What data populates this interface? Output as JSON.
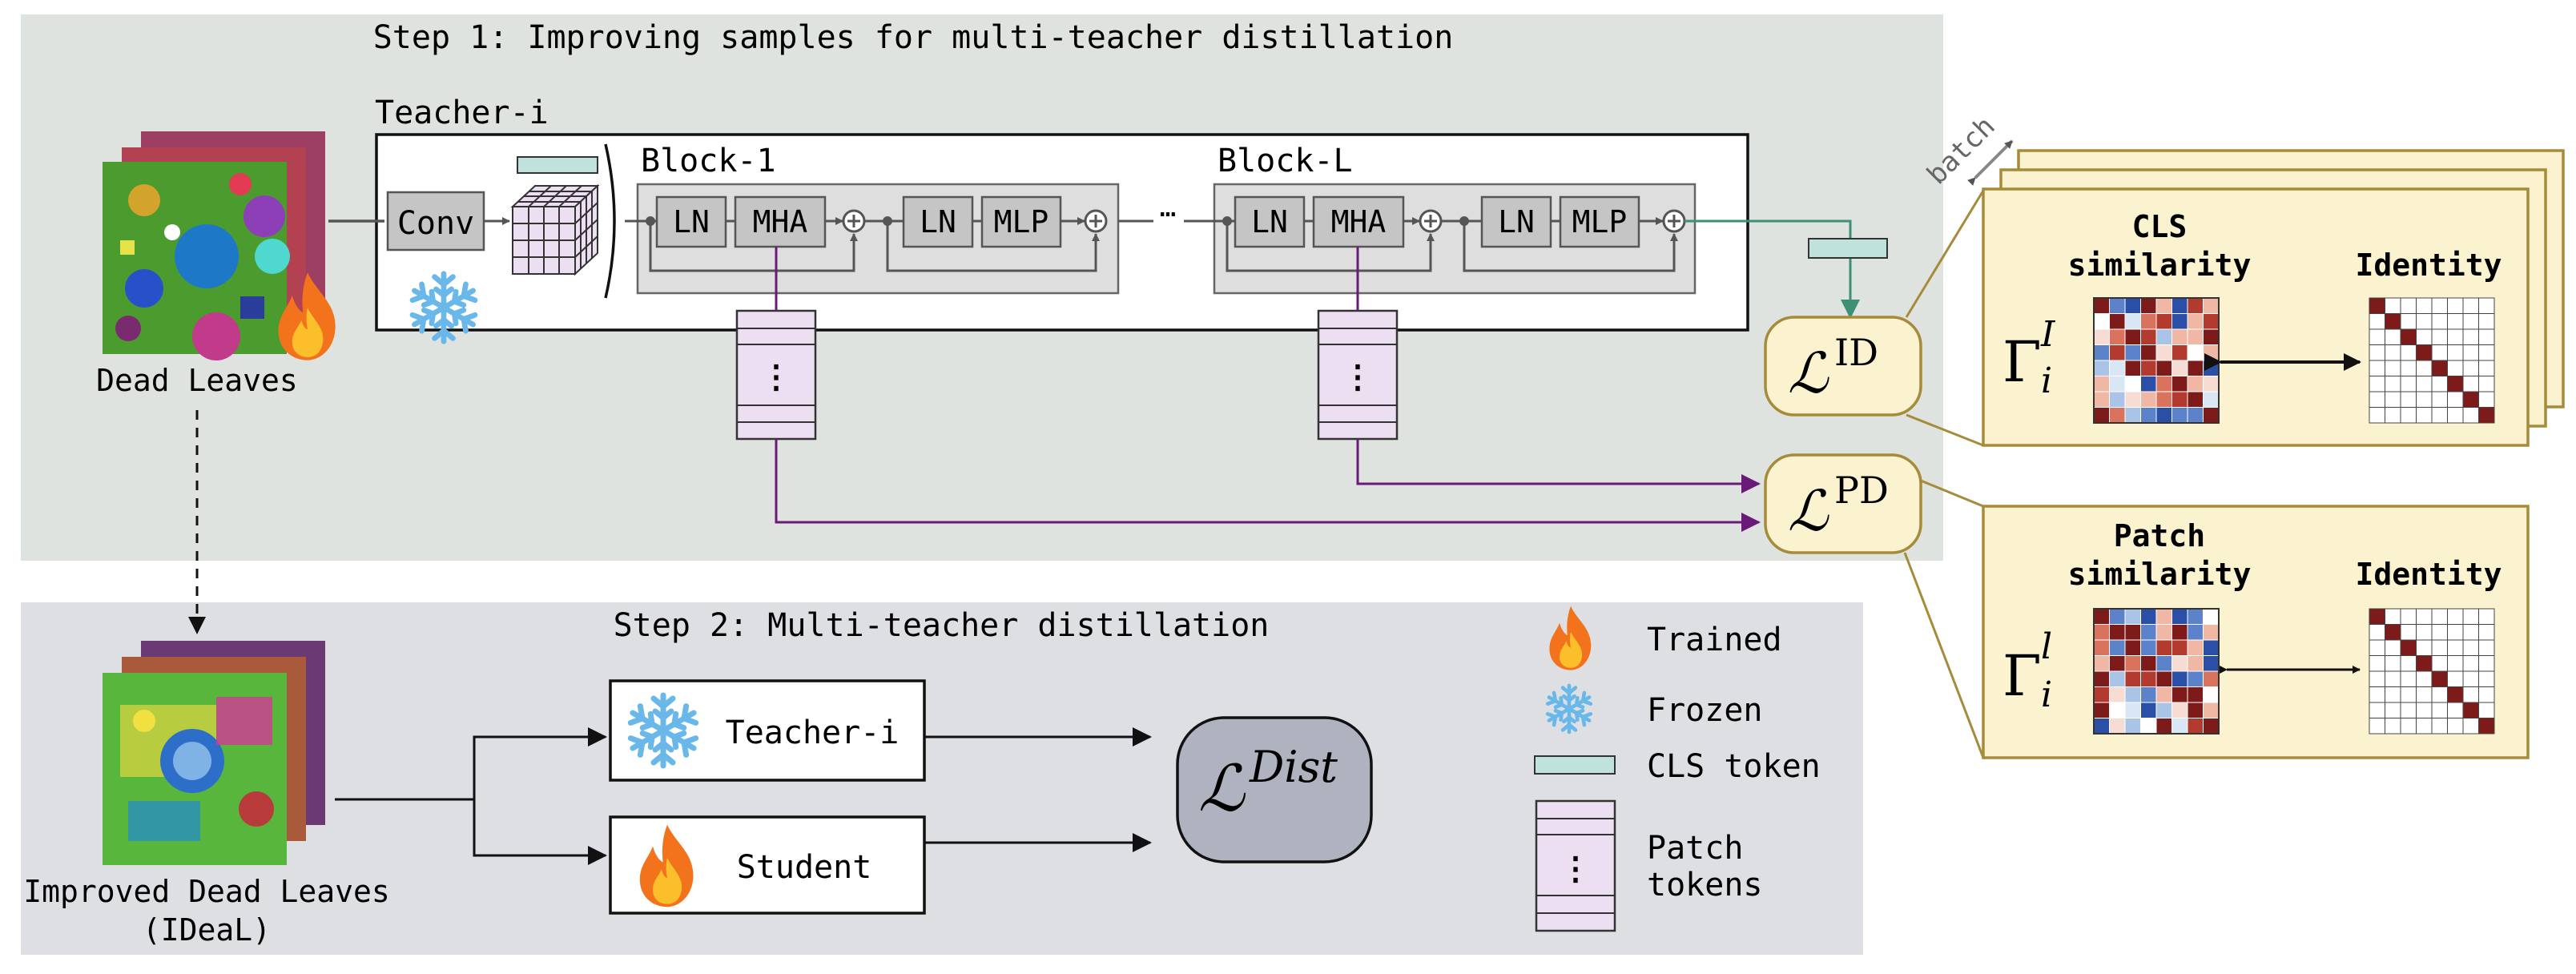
{
  "step1": {
    "title": "Step 1: Improving samples for multi-teacher distillation"
  },
  "step2": {
    "title": "Step 2: Multi-teacher distillation"
  },
  "input": {
    "label": "Dead Leaves"
  },
  "improved": {
    "label_line1": "Improved Dead Leaves",
    "label_line2": "(IDeaL)"
  },
  "teacher": {
    "title": "Teacher-i",
    "conv": "Conv",
    "block1": "Block-1",
    "blockL": "Block-L",
    "ln": "LN",
    "mha": "MHA",
    "mlp": "MLP",
    "ellipsis": "…",
    "vdots": "⋮"
  },
  "losses": {
    "id_base": "ℒ",
    "id_sup": "ID",
    "pd_base": "ℒ",
    "pd_sup": "PD",
    "dist_base": "ℒ",
    "dist_sup": "Dist"
  },
  "cls_panel": {
    "batch": "batch",
    "title_line1": "CLS",
    "title_line2": "similarity",
    "identity": "Identity",
    "gamma": "Γ",
    "sup": "I",
    "sub": "i"
  },
  "patch_panel": {
    "title_line1": "Patch",
    "title_line2": "similarity",
    "identity": "Identity",
    "gamma": "Γ",
    "sup": "l",
    "sub": "i"
  },
  "distill": {
    "teacher": "Teacher-i",
    "student": "Student"
  },
  "legend": {
    "trained": "Trained",
    "frozen": "Frozen",
    "cls_token": "CLS token",
    "patch_line1": "Patch",
    "patch_line2": "tokens"
  },
  "icons": {
    "fire": "fire-icon",
    "snowflake": "snowflake-icon"
  },
  "colors": {
    "step1_bg": "#dfe3df",
    "step2_bg": "#dedfe2",
    "cls_token": "#bfe3dc",
    "patch_token": "#ecdff2",
    "loss_box": "#fbf3cf",
    "loss_border": "#a58b3a",
    "dist_box": "#aeb3bf",
    "purple_arrow": "#6a1b7a",
    "teal_arrow": "#3d8f76"
  }
}
